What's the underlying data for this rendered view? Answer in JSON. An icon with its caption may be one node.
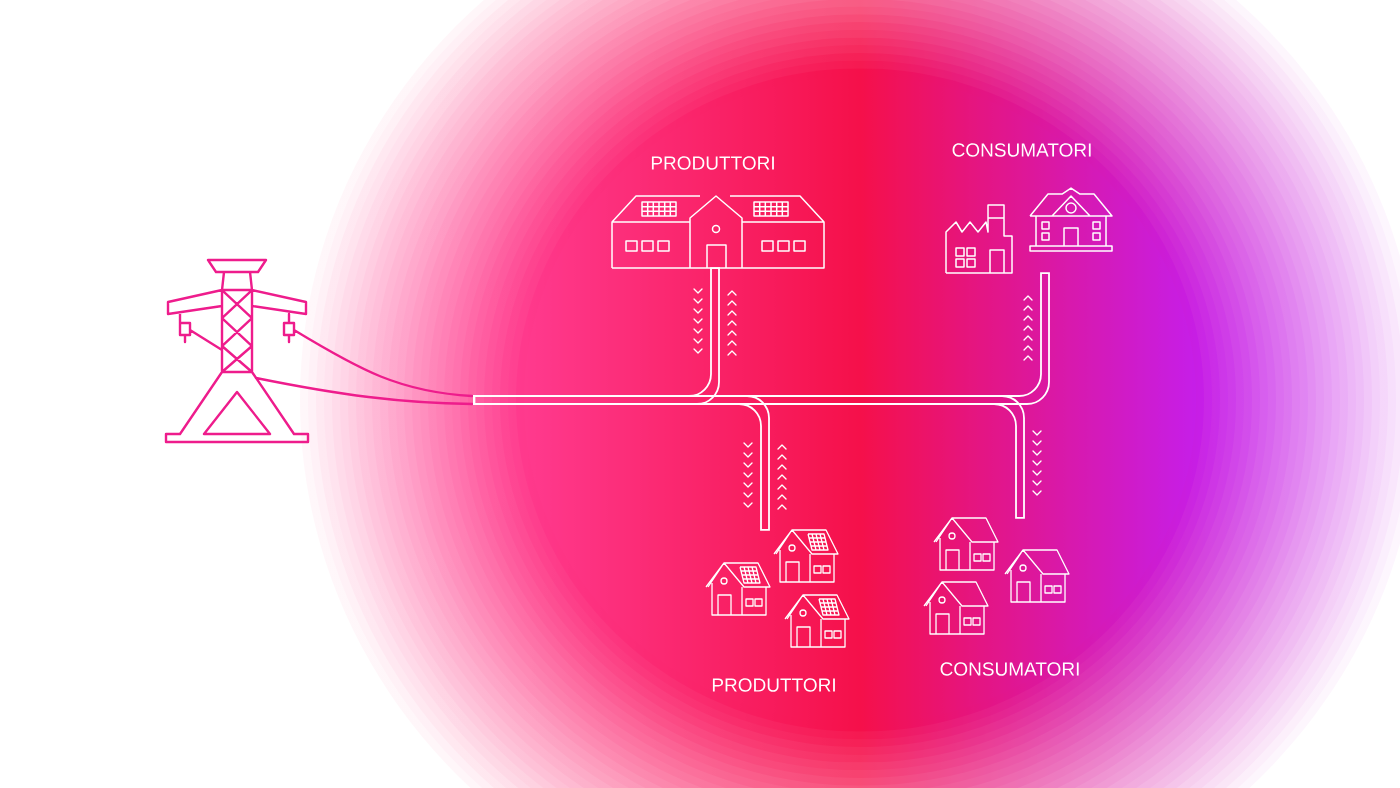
{
  "diagram": {
    "nodes": [
      {
        "text": [],
        "shape": "picture"
      },
      {
        "text": [
          "PRODUTTORI"
        ]
      },
      {
        "text": [
          "CONSUMATORI"
        ]
      },
      {
        "text": [
          "PRODUTTORI"
        ]
      },
      {
        "text": [
          "CONSUMATORI"
        ]
      }
    ],
    "edges": [
      {
        "from": 0,
        "to": 1,
        "arrow": "none"
      },
      {
        "from": 0,
        "to": 2,
        "arrow": "none"
      },
      {
        "from": 0,
        "to": 3,
        "arrow": "none"
      },
      {
        "from": 0,
        "to": 4,
        "arrow": "none"
      }
    ]
  }
}
